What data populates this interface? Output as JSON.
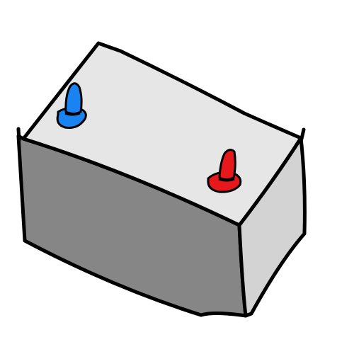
{
  "colors": {
    "background": "#ffffff",
    "outline": "#000000",
    "top_face": "#e6e6e7",
    "front_face": "#868686",
    "side_face": "#d3d3d3",
    "peg_left": "#1a83f2",
    "peg_right": "#e6181c"
  },
  "shapes": {
    "box": "battery-box",
    "peg_left": "blue-peg",
    "peg_right": "red-peg"
  }
}
